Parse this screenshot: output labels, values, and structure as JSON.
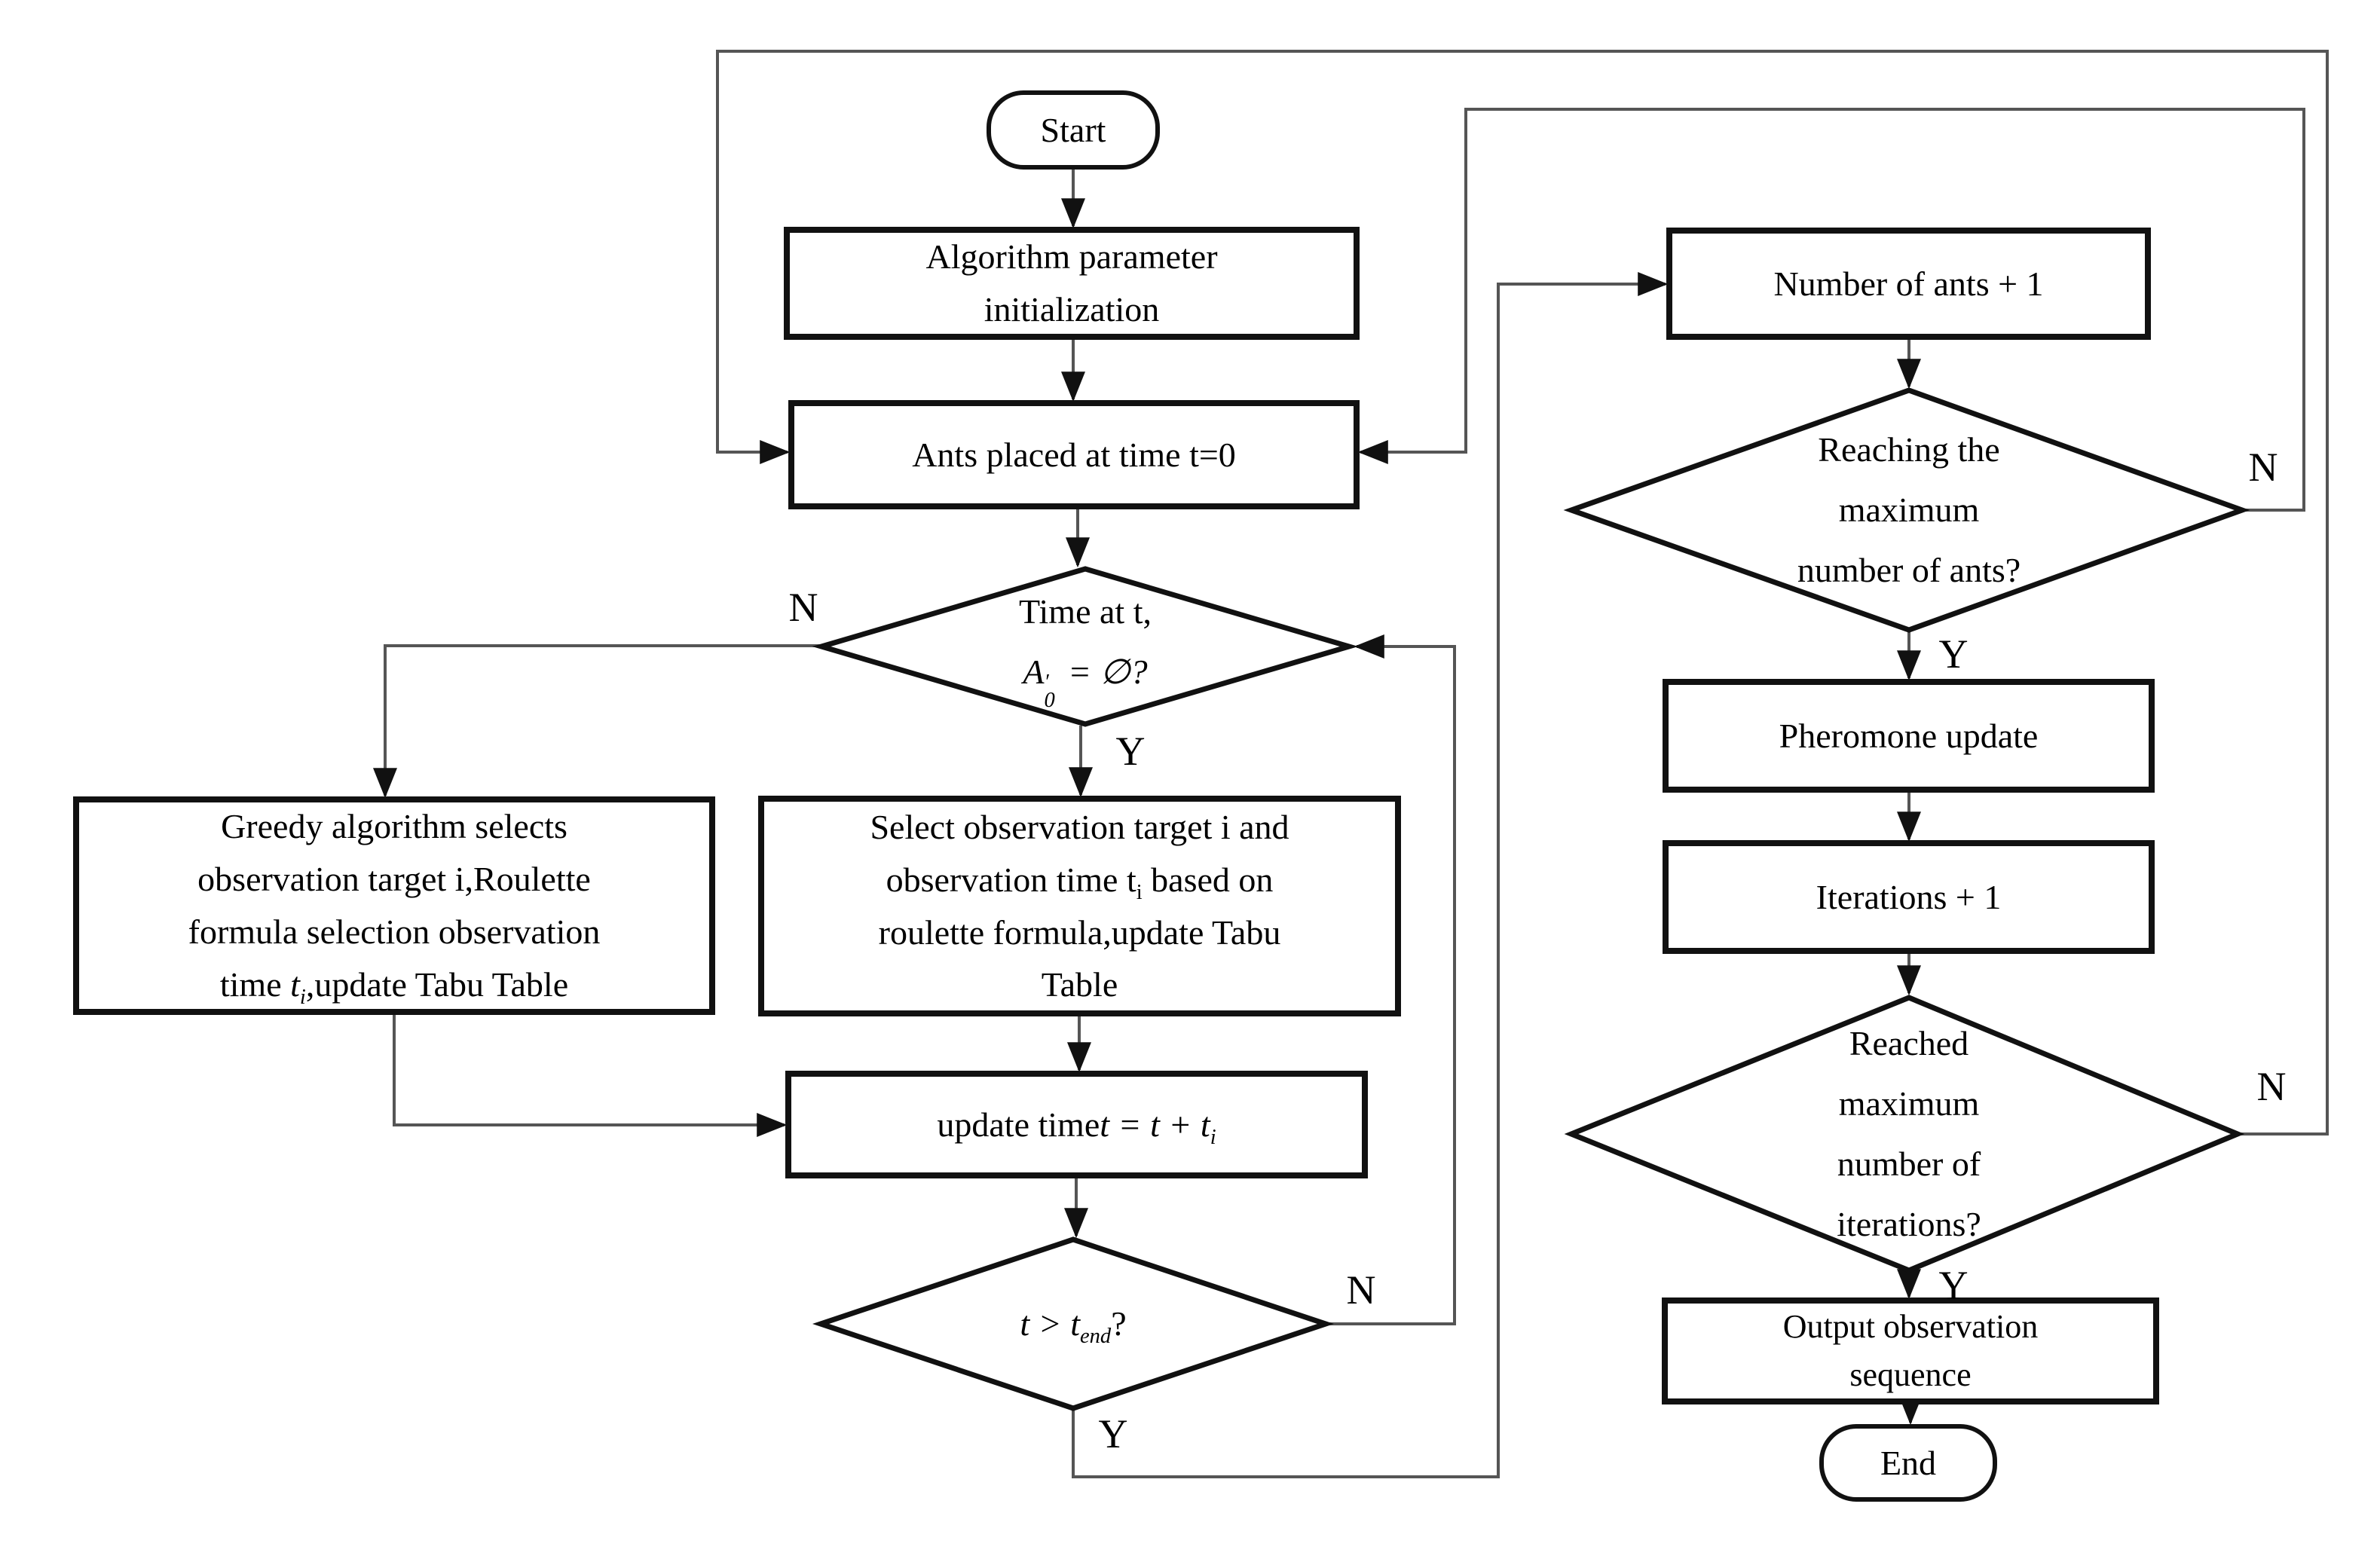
{
  "colors": {
    "background": "#ffffff",
    "connector": "#555555",
    "shape_border": "#111111",
    "shape_fill": "#ffffff",
    "text": "#000000",
    "arrowhead": "#111111"
  },
  "branch_labels": {
    "yes": "Y",
    "no": "N"
  },
  "nodes": {
    "start": {
      "label": "Start"
    },
    "init": {
      "line1": "Algorithm parameter",
      "line2": "initialization"
    },
    "ants_placed": {
      "label": "Ants placed at time t=0"
    },
    "time_check": {
      "line1": "Time at t,",
      "var": "A",
      "prime": "′",
      "sub": "0",
      "rest": " = ∅?"
    },
    "greedy": {
      "line1": "Greedy algorithm selects",
      "line2": "observation target i,Roulette",
      "line3": "formula selection observation",
      "line4_pre": "time ",
      "line4_var": "t",
      "line4_sub": "i",
      "line4_post": ",update Tabu Table"
    },
    "select": {
      "line1": "Select observation target i and",
      "line2_pre": "observation time t",
      "line2_sub": "i",
      "line2_post": " based on",
      "line3": "roulette formula,update Tabu",
      "line4": "Table"
    },
    "update_time": {
      "pre": "update time",
      "math": "t = t + t",
      "sub": "i"
    },
    "t_end_check": {
      "pre": "t > t",
      "sub": "end",
      "post": "?"
    },
    "ants_plus_one": {
      "label": "Number of ants + 1"
    },
    "max_ants_check": {
      "line1": "Reaching the",
      "line2": "maximum",
      "line3": "number of ants?"
    },
    "pheromone_update": {
      "label": "Pheromone update"
    },
    "iterations_plus_one": {
      "label": "Iterations + 1"
    },
    "max_iter_check": {
      "line1": "Reached",
      "line2": "maximum",
      "line3": "number of",
      "line4": "iterations?"
    },
    "output": {
      "line1": "Output observation",
      "line2": "sequence"
    },
    "end": {
      "label": "End"
    }
  }
}
